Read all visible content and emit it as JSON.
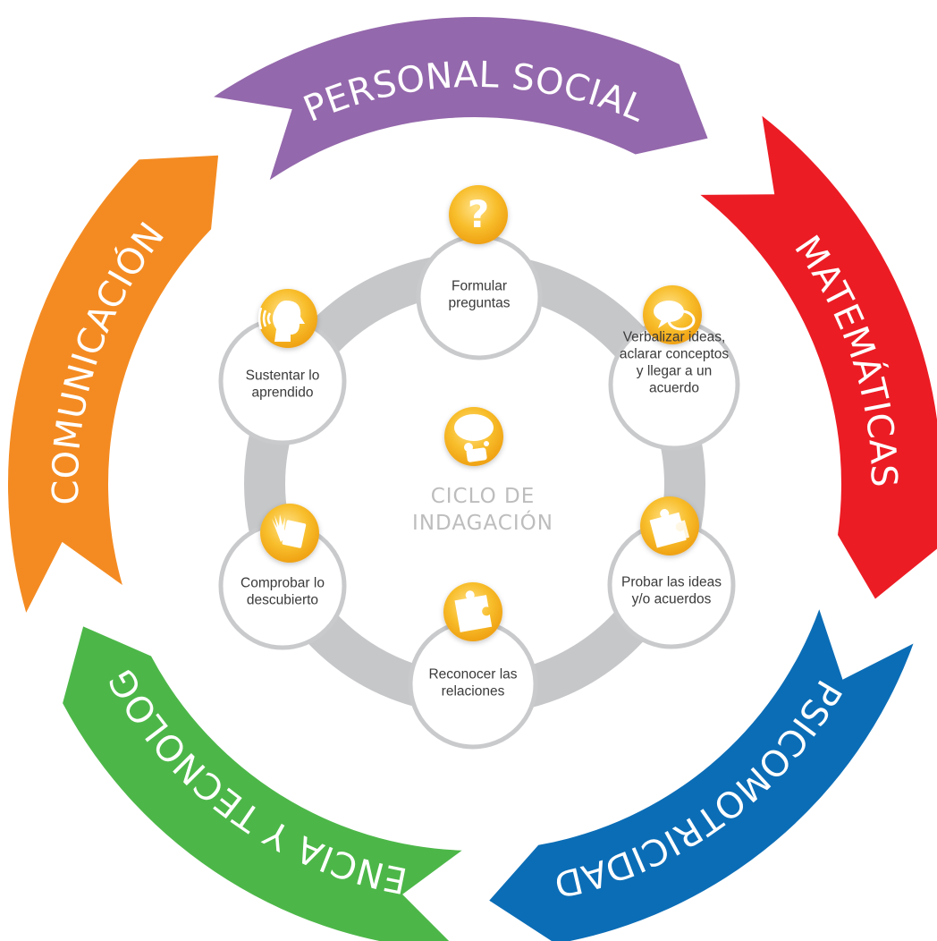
{
  "outer_segments": [
    {
      "id": "personal-social",
      "label": "PERSONAL SOCIAL",
      "color": "#9468AC"
    },
    {
      "id": "matematicas",
      "label": "MATEMÁTICAS",
      "color": "#EC1C24"
    },
    {
      "id": "psicomotricidad",
      "label": "PSICOMOTRICIDAD",
      "color": "#0B6DB6"
    },
    {
      "id": "ciencia-y-tecnologia",
      "label": "CIENCIA Y TECNOLOGÍA",
      "color": "#4CB748"
    },
    {
      "id": "comunicacion",
      "label": "COMUNICACIÓN",
      "color": "#F48B22"
    }
  ],
  "center": {
    "line1": "CICLO DE",
    "line2": "INDAGACIÓN",
    "icon": "thought-bubble-icon",
    "color": "#C0C0C0"
  },
  "cycle_steps": [
    {
      "id": "formular-preguntas",
      "icon": "question-mark-icon",
      "lines": [
        "Formular",
        "preguntas"
      ]
    },
    {
      "id": "verbalizar-ideas",
      "icon": "speech-bubbles-icon",
      "lines": [
        "Verbalizar ideas,",
        "aclarar conceptos",
        "y llegar a un",
        "acuerdo"
      ]
    },
    {
      "id": "probar-ideas",
      "icon": "puzzle-pieces-icon",
      "lines": [
        "Probar las ideas",
        "y/o acuerdos"
      ]
    },
    {
      "id": "reconocer-relaciones",
      "icon": "puzzle-piece-icon",
      "lines": [
        "Reconocer las",
        "relaciones"
      ]
    },
    {
      "id": "comprobar-descubierto",
      "icon": "hands-paper-icon",
      "lines": [
        "Comprobar lo",
        "descubierto"
      ]
    },
    {
      "id": "sustentar-aprendido",
      "icon": "speaking-head-icon",
      "lines": [
        "Sustentar lo",
        "aprendido"
      ]
    }
  ],
  "colors": {
    "ring_gray": "#C6C7C9",
    "circle_border": "#C9CACC",
    "icon_gold": "#F5B21A",
    "icon_gold_light": "#FCD462"
  }
}
